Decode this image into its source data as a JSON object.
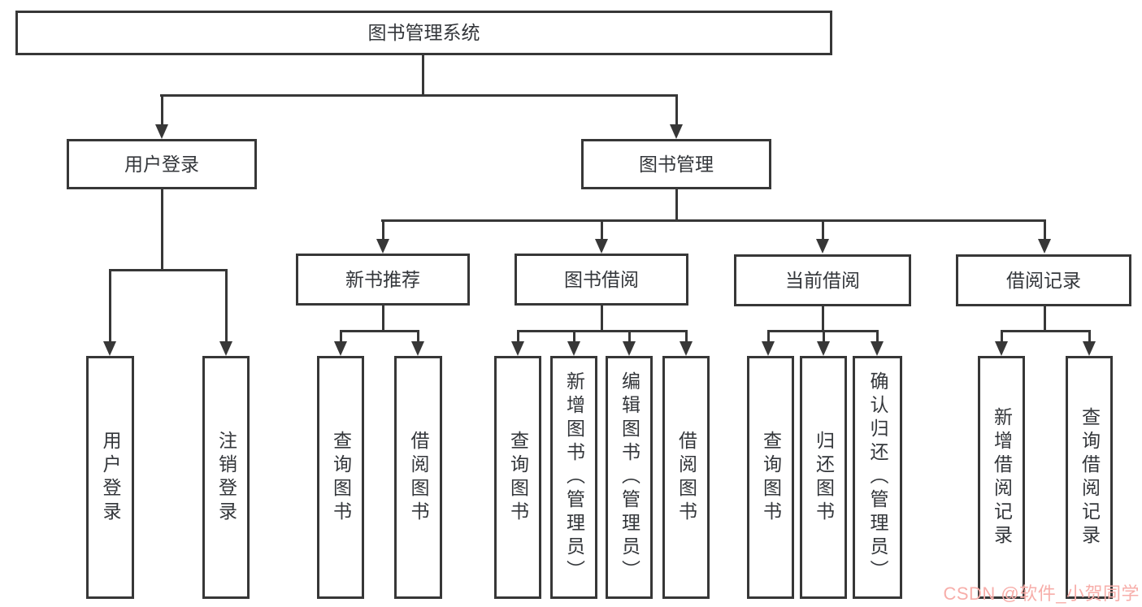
{
  "tree": {
    "root": {
      "label": "图书管理系统",
      "children": [
        {
          "label": "用户登录",
          "children": [
            {
              "label": "用户登录"
            },
            {
              "label": "注销登录"
            }
          ]
        },
        {
          "label": "图书管理",
          "children": [
            {
              "label": "新书推荐",
              "children": [
                {
                  "label": "查询图书"
                },
                {
                  "label": "借阅图书"
                }
              ]
            },
            {
              "label": "图书借阅",
              "children": [
                {
                  "label": "查询图书"
                },
                {
                  "label": "新增图书（管理员）"
                },
                {
                  "label": "编辑图书（管理员）"
                },
                {
                  "label": "借阅图书"
                }
              ]
            },
            {
              "label": "当前借阅",
              "children": [
                {
                  "label": "查询图书"
                },
                {
                  "label": "归还图书"
                },
                {
                  "label": "确认归还（管理员）"
                }
              ]
            },
            {
              "label": "借阅记录",
              "children": [
                {
                  "label": "新增借阅记录"
                },
                {
                  "label": "查询借阅记录"
                }
              ]
            }
          ]
        }
      ]
    }
  },
  "watermark": {
    "text": "CSDN @软件_小贺同学",
    "color": "#f7aeaa"
  },
  "colors": {
    "line": "#373737",
    "text": "#33363a",
    "background": "#ffffff",
    "box_bg": "#ffffff"
  }
}
